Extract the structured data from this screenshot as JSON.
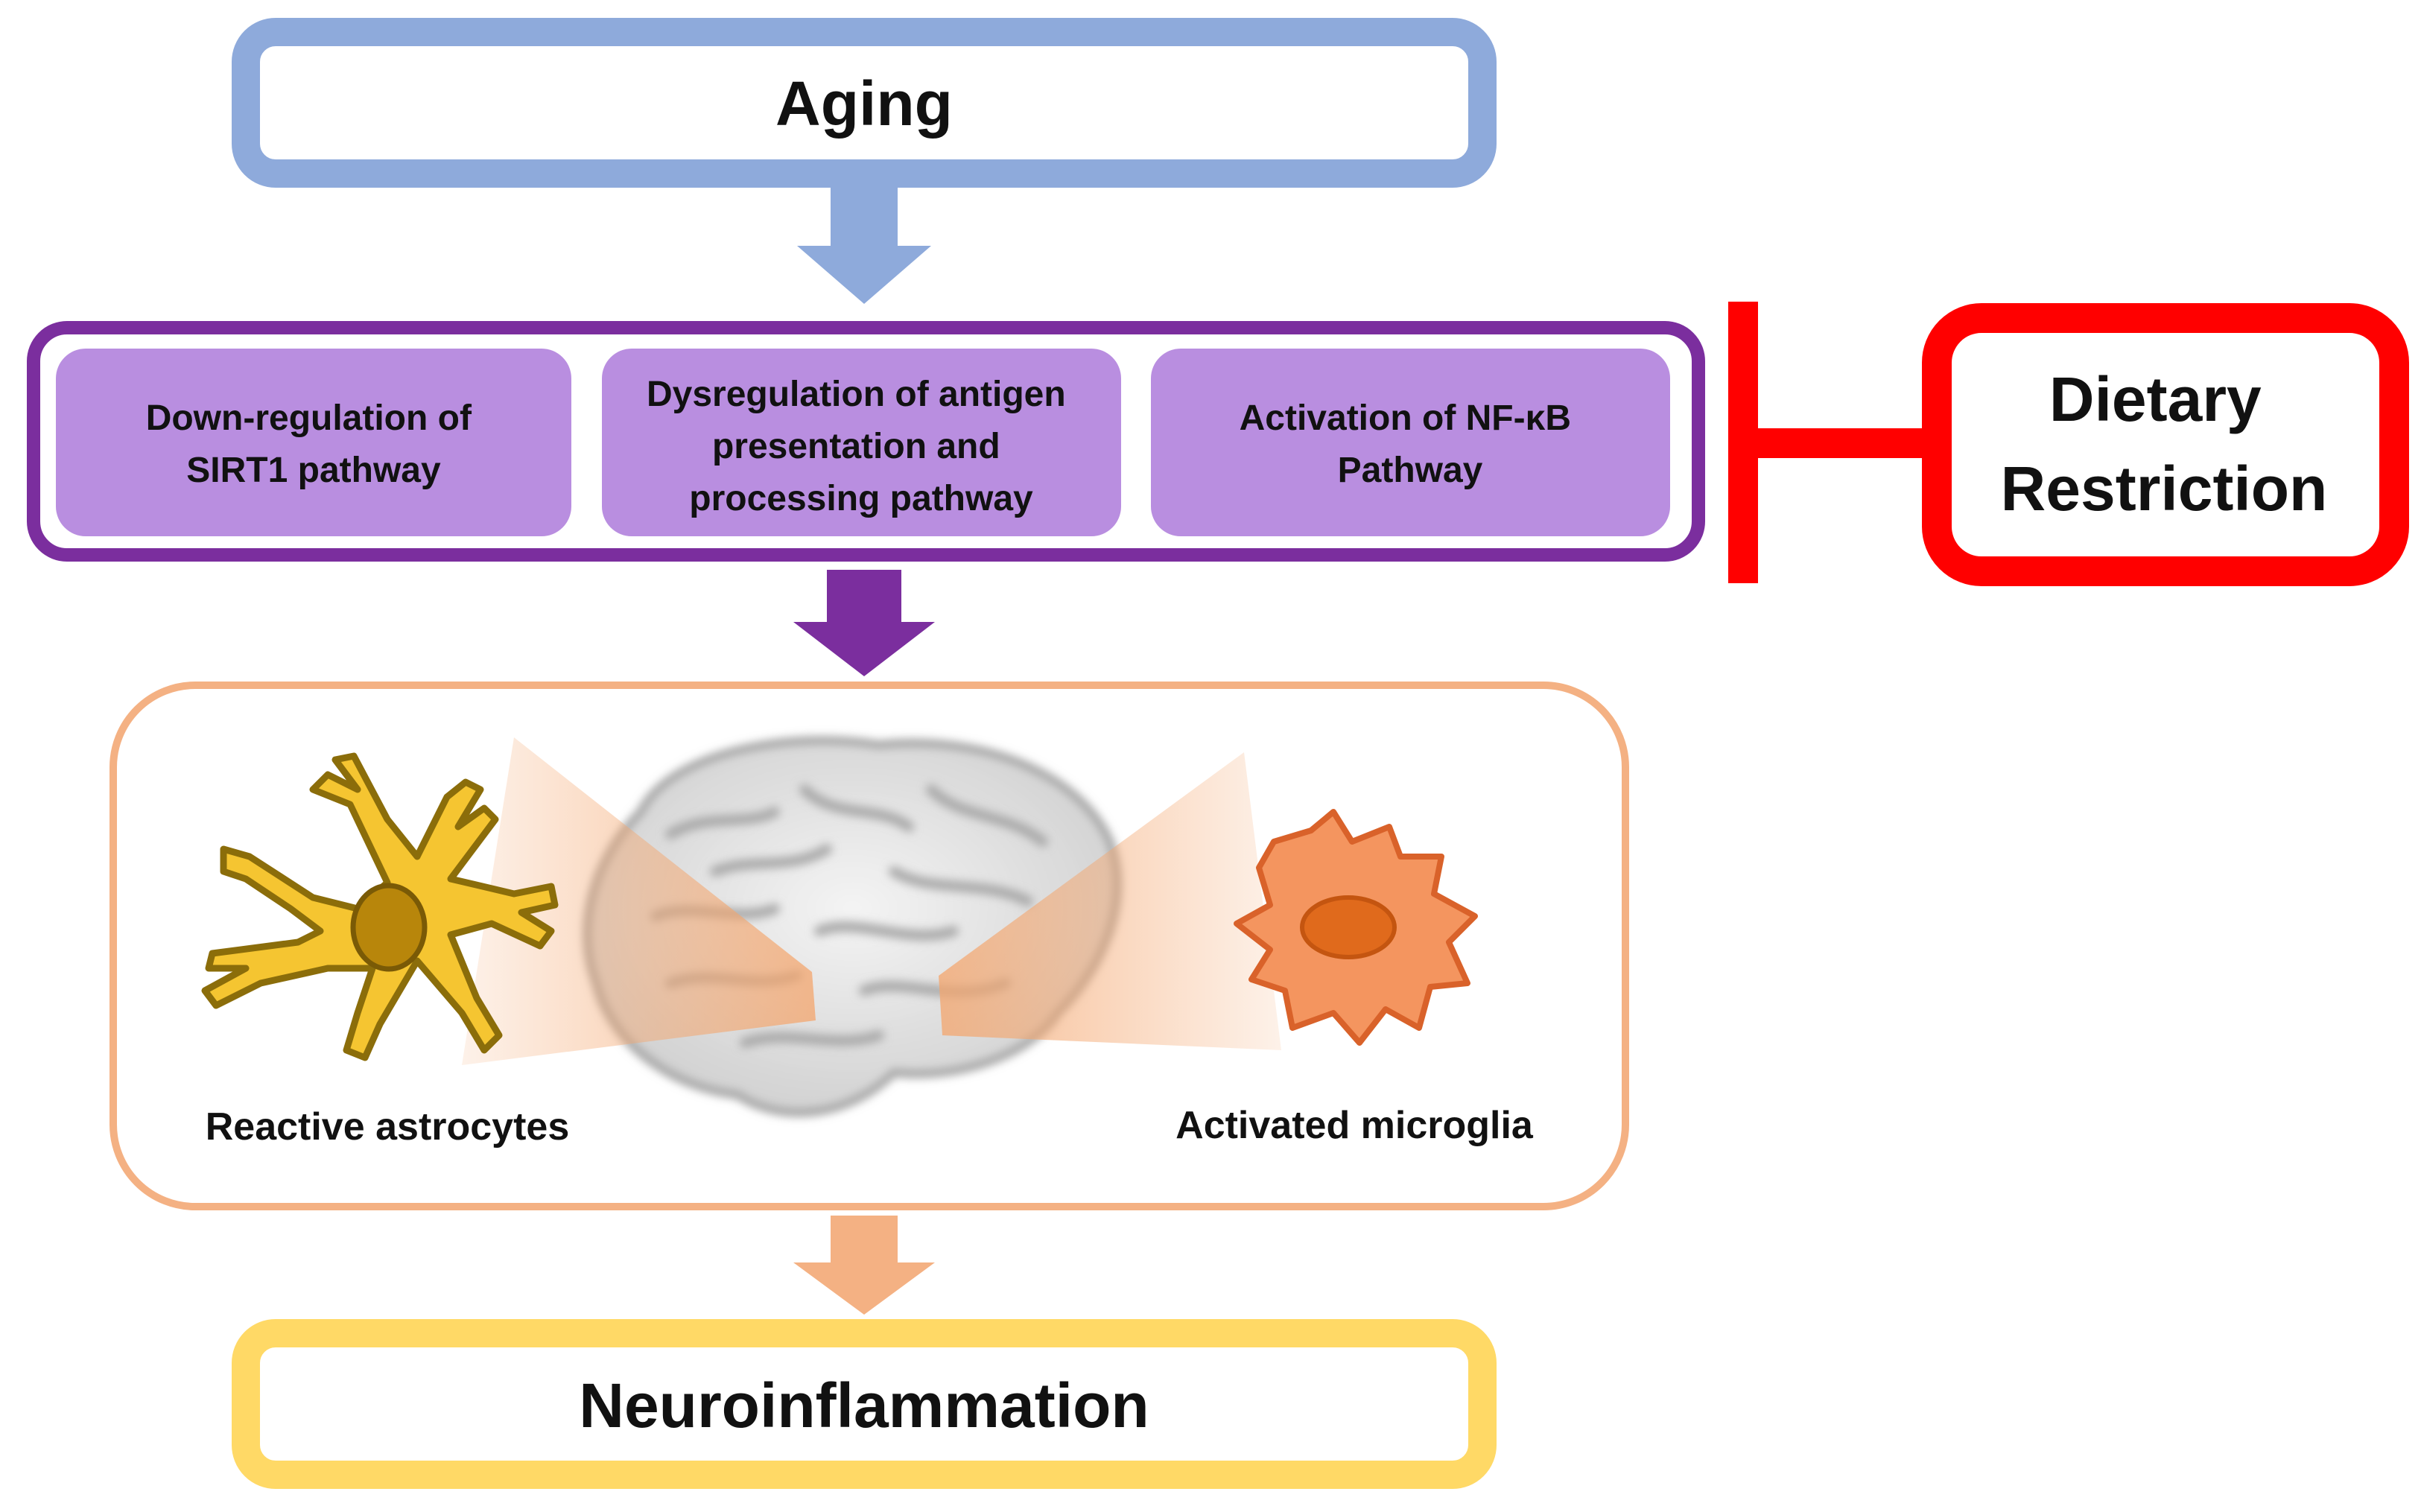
{
  "aging": {
    "label": "Aging",
    "color": "#8eaadb"
  },
  "pathways": {
    "border_color": "#7b2e9e",
    "fill_color": "#b98ee0",
    "items": [
      {
        "lines": [
          "Down-regulation of",
          "SIRT1 pathway"
        ]
      },
      {
        "lines": [
          "Dysregulation of antigen",
          "presentation and",
          "processing pathway"
        ]
      },
      {
        "lines": [
          "Activation of NF-κB",
          "Pathway"
        ]
      }
    ]
  },
  "dietary_restriction": {
    "lines": [
      "Dietary",
      "Restriction"
    ],
    "color": "#ff0000"
  },
  "brain_panel": {
    "border_color": "#f4b183",
    "astrocyte_label": "Reactive astrocytes",
    "microglia_label": "Activated microglia",
    "astrocyte_color": "#f5c531",
    "microglia_color": "#f4955f"
  },
  "outcome": {
    "label": "Neuroinflammation",
    "color": "#ffd966"
  }
}
